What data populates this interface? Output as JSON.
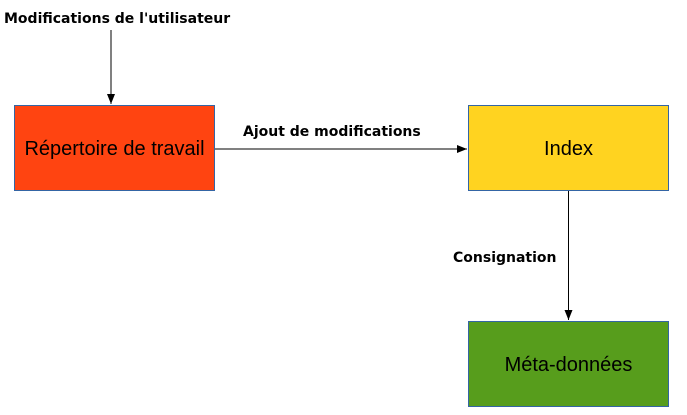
{
  "diagram": {
    "input_label": "Modifications de l'utilisateur",
    "nodes": {
      "working_dir": {
        "label": "Répertoire de travail",
        "color": "#FF4411"
      },
      "index": {
        "label": "Index",
        "color": "#FFD320"
      },
      "metadata": {
        "label": "Méta-données",
        "color": "#579D1C"
      }
    },
    "edges": {
      "add": {
        "label": "Ajout de modifications"
      },
      "commit": {
        "label": "Consignation"
      }
    }
  }
}
